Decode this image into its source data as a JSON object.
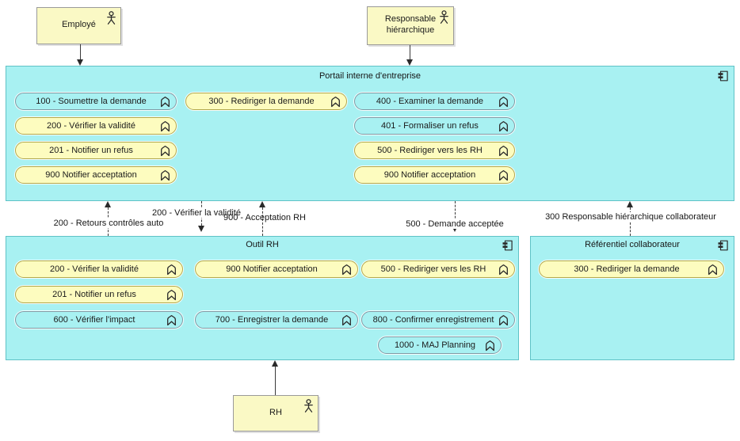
{
  "colors": {
    "container_fill": "#A8F1F2",
    "container_border": "#5FC2C6",
    "pill_yellow_fill": "#FDFCBF",
    "pill_yellow_border": "#B1A84B",
    "pill_cyan_fill": "#A8F1F2",
    "pill_cyan_border": "#7E99A4",
    "actor_fill": "#FAF9C5",
    "actor_border": "#9A9A9A",
    "line_color": "#3A3A3A"
  },
  "actors": {
    "employe": {
      "label": "Employé"
    },
    "responsable": {
      "label_line1": "Responsable",
      "label_line2": "hiérarchique"
    },
    "rh": {
      "label": "RH"
    }
  },
  "containers": {
    "portail": {
      "title": "Portail interne d'entreprise",
      "items": [
        {
          "label": "100 - Soumettre la demande",
          "variant": "cyan"
        },
        {
          "label": "300 - Rediriger la demande",
          "variant": "yellow"
        },
        {
          "label": "400 - Examiner la demande",
          "variant": "cyan"
        },
        {
          "label": "200 - Vérifier la validité",
          "variant": "yellow"
        },
        {
          "label": "401 - Formaliser un refus",
          "variant": "cyan"
        },
        {
          "label": "201 - Notifier un refus",
          "variant": "yellow"
        },
        {
          "label": "500 - Rediriger vers les RH",
          "variant": "yellow"
        },
        {
          "label": "900 Notifier acceptation",
          "variant": "yellow"
        },
        {
          "label": "900 Notifier acceptation",
          "variant": "yellow"
        }
      ]
    },
    "outil_rh": {
      "title": "Outil RH",
      "items": [
        {
          "label": "200 - Vérifier la validité",
          "variant": "yellow"
        },
        {
          "label": "900 Notifier acceptation",
          "variant": "yellow"
        },
        {
          "label": "500 - Rediriger vers les RH",
          "variant": "yellow"
        },
        {
          "label": "201 - Notifier un refus",
          "variant": "yellow"
        },
        {
          "label": "600 - Vérifier l'impact",
          "variant": "cyan"
        },
        {
          "label": "700 - Enregistrer la demande",
          "variant": "cyan"
        },
        {
          "label": "800 - Confirmer enregistrement",
          "variant": "cyan"
        },
        {
          "label": "1000 - MAJ Planning",
          "variant": "cyan"
        }
      ]
    },
    "referentiel": {
      "title": "Référentiel collaborateur",
      "items": [
        {
          "label": "300 - Rediriger la demande",
          "variant": "yellow"
        }
      ]
    }
  },
  "connections": {
    "retours_controles": {
      "label": "200 - Retours contrôles auto"
    },
    "verifier_validite": {
      "label": "200 - Vérifier la validité"
    },
    "acceptation_rh": {
      "label": "900 - Acceptation RH"
    },
    "demande_acceptee": {
      "label": "500 - Demande acceptée"
    },
    "responsable_collaborateur": {
      "label": "300 Responsable hiérarchique collaborateur"
    }
  }
}
